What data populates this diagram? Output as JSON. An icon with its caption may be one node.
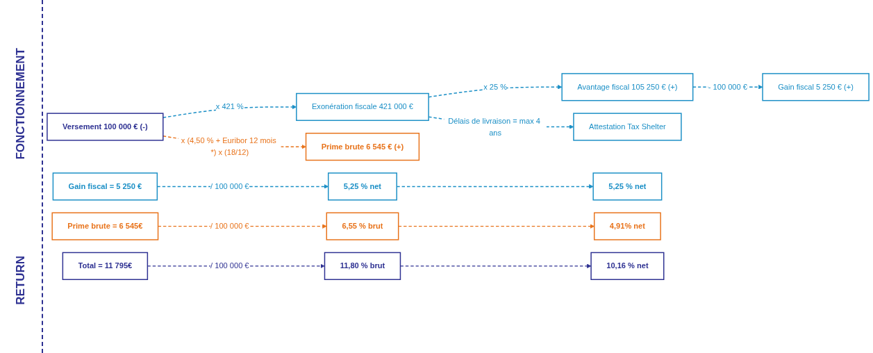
{
  "diagram": {
    "nodes": [
      {
        "text": [
          "Versement 100 000 € (-)"
        ]
      },
      {
        "text": [
          "Exonération fiscale 421 000 €"
        ]
      },
      {
        "text": [
          "Avantage fiscal 105 250 € (+)"
        ]
      },
      {
        "text": [
          "Prime brute 6 545 € (+)"
        ]
      },
      {
        "text": [
          "Attestation Tax Shelter"
        ]
      },
      {
        "text": [
          "Gain fiscal 5 250 € (+)"
        ]
      },
      {
        "text": [
          "Gain fiscal = 5 250 €"
        ]
      },
      {
        "text": [
          "5,25 % net"
        ]
      },
      {
        "text": [
          "5,25 % net"
        ]
      },
      {
        "text": [
          "Prime brute = 6 545€"
        ]
      },
      {
        "text": [
          "6,55 % brut"
        ]
      },
      {
        "text": [
          "4,91% net"
        ]
      },
      {
        "text": [
          "Total = 11 795€"
        ]
      },
      {
        "text": [
          "11,80 % brut"
        ]
      },
      {
        "text": [
          "10,16 % net"
        ]
      }
    ],
    "edges": [
      {
        "from": 0,
        "to": 1,
        "arrow": "to",
        "label": "x 421 %",
        "style": "dashed"
      },
      {
        "from": 1,
        "to": 2,
        "arrow": "to",
        "label": "x 25 %",
        "style": "dashed"
      },
      {
        "from": 0,
        "to": 3,
        "arrow": "to",
        "label": "x (4,50 % + Euribor 12 mois *) x (18/12)",
        "style": "dashed",
        "color": "#e8731b"
      },
      {
        "from": 1,
        "to": 4,
        "arrow": "to",
        "label": "Délais de livraison = max 4 ans",
        "style": "dashed"
      },
      {
        "from": 2,
        "to": 5,
        "arrow": "to",
        "label": "- 100 000 €",
        "style": "dashed"
      },
      {
        "from": 6,
        "to": 7,
        "arrow": "to",
        "label": "/ 100 000 €",
        "style": "dashed"
      },
      {
        "from": 7,
        "to": 8,
        "arrow": "to",
        "style": "dashed"
      },
      {
        "from": 9,
        "to": 10,
        "arrow": "to",
        "label": "/ 100 000 €",
        "style": "dashed",
        "color": "#e8731b"
      },
      {
        "from": 10,
        "to": 11,
        "arrow": "to",
        "style": "dashed",
        "color": "#e8731b"
      },
      {
        "from": 12,
        "to": 13,
        "arrow": "to",
        "label": "/ 100 000 €",
        "style": "dashed",
        "color": "#2e3192"
      },
      {
        "from": 13,
        "to": 14,
        "arrow": "to",
        "style": "dashed",
        "color": "#2e3192"
      }
    ],
    "labels": [
      "FONCTIONNEMENT",
      "RETURN"
    ]
  }
}
